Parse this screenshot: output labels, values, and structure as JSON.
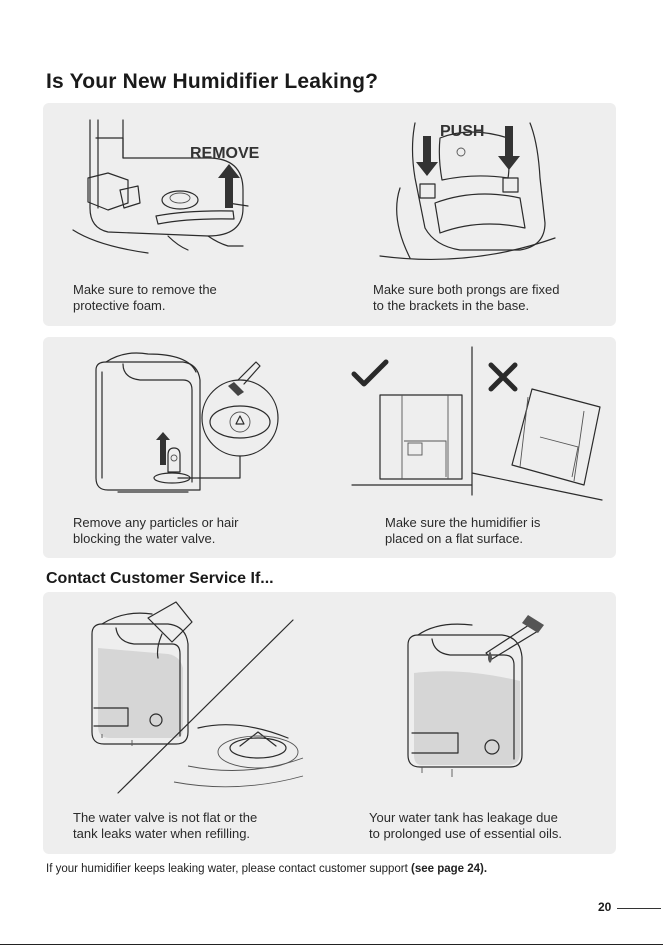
{
  "page": {
    "title": "Is Your New Humidifier Leaking?",
    "contact_heading": "Contact Customer Service If...",
    "footer_text": "If your humidifier keeps leaking water, please contact customer support",
    "footer_ref": "(see page 24).",
    "page_number": "20"
  },
  "labels": {
    "remove": "REMOVE",
    "push": "PUSH"
  },
  "captions": {
    "remove_foam": [
      "Make sure to remove the",
      "protective foam."
    ],
    "prongs": [
      "Make sure both prongs are fixed",
      "to the brackets in the base."
    ],
    "particles": [
      "Remove any particles or hair",
      "blocking the water valve."
    ],
    "flat_surface": [
      "Make sure the humidifier is",
      "placed on a flat surface."
    ],
    "valve_not_flat": [
      "The water valve is not flat or the",
      "tank leaks water when refilling."
    ],
    "tank_leakage": [
      "Your water tank has leakage due",
      "to prolonged use of essential oils."
    ]
  },
  "icons": {
    "correct": "check-mark",
    "incorrect": "cross-mark"
  },
  "colors": {
    "panel": "#eeeeee",
    "text": "#1a1a1a",
    "arrow": "#333333"
  }
}
